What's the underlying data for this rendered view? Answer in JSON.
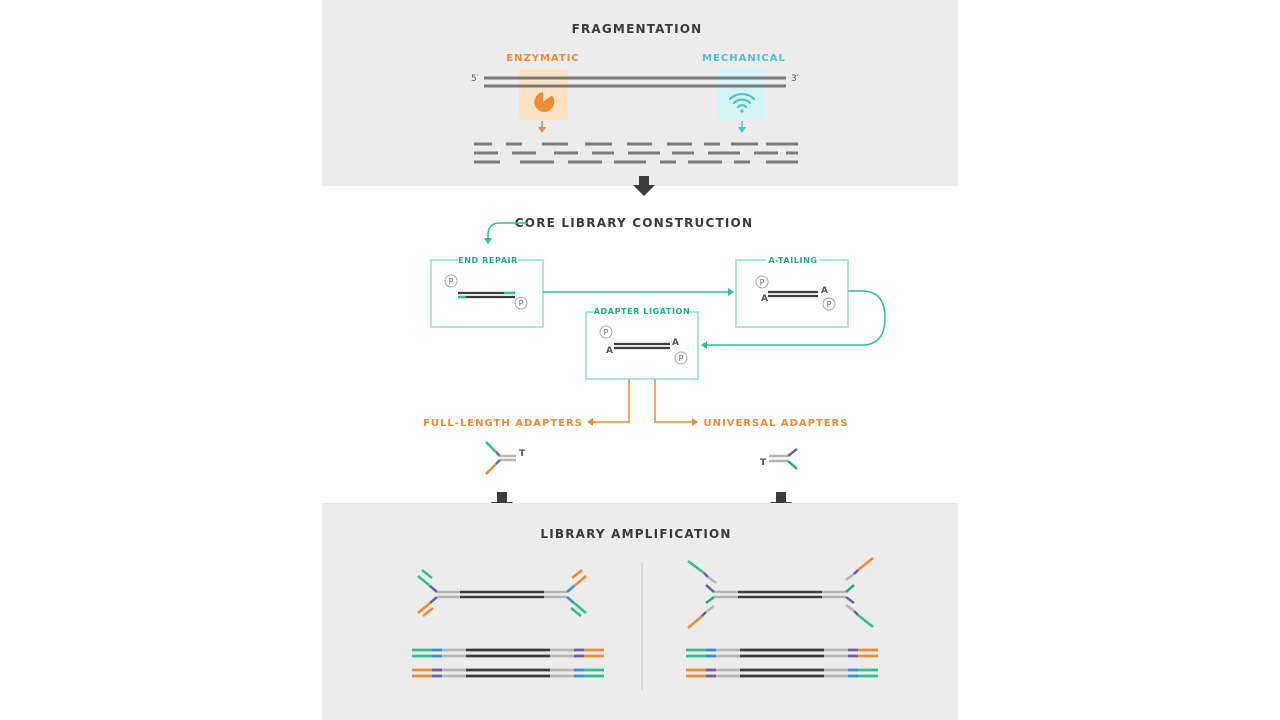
{
  "colors": {
    "panel": "#ececec",
    "strand_gray": "#7a7a7a",
    "strand_dark": "#3c3c3c",
    "orange": "#ef8b33",
    "cyan": "#4fc3cf",
    "green": "#2fbf91",
    "purple": "#6c5fa7",
    "blue": "#3a8fd8",
    "light_gray": "#b5b5b5"
  },
  "fragmentation": {
    "title": "FRAGMENTATION",
    "enzymatic": "ENZYMATIC",
    "mechanical": "MECHANICAL",
    "five_prime": "5′",
    "three_prime": "3′",
    "enzyme_icon": "enzyme-pacman-icon",
    "sonication_icon": "wifi-waves-icon"
  },
  "core": {
    "title": "CORE LIBRARY CONSTRUCTION",
    "end_repair": "END REPAIR",
    "a_tailing": "A-TAILING",
    "adapter_ligation": "ADAPTER LIGATION",
    "phosphate": "P",
    "a_base": "A",
    "t_base": "T",
    "full_length": "FULL-LENGTH ADAPTERS",
    "universal": "UNIVERSAL ADAPTERS"
  },
  "amplification": {
    "title": "LIBRARY AMPLIFICATION"
  }
}
